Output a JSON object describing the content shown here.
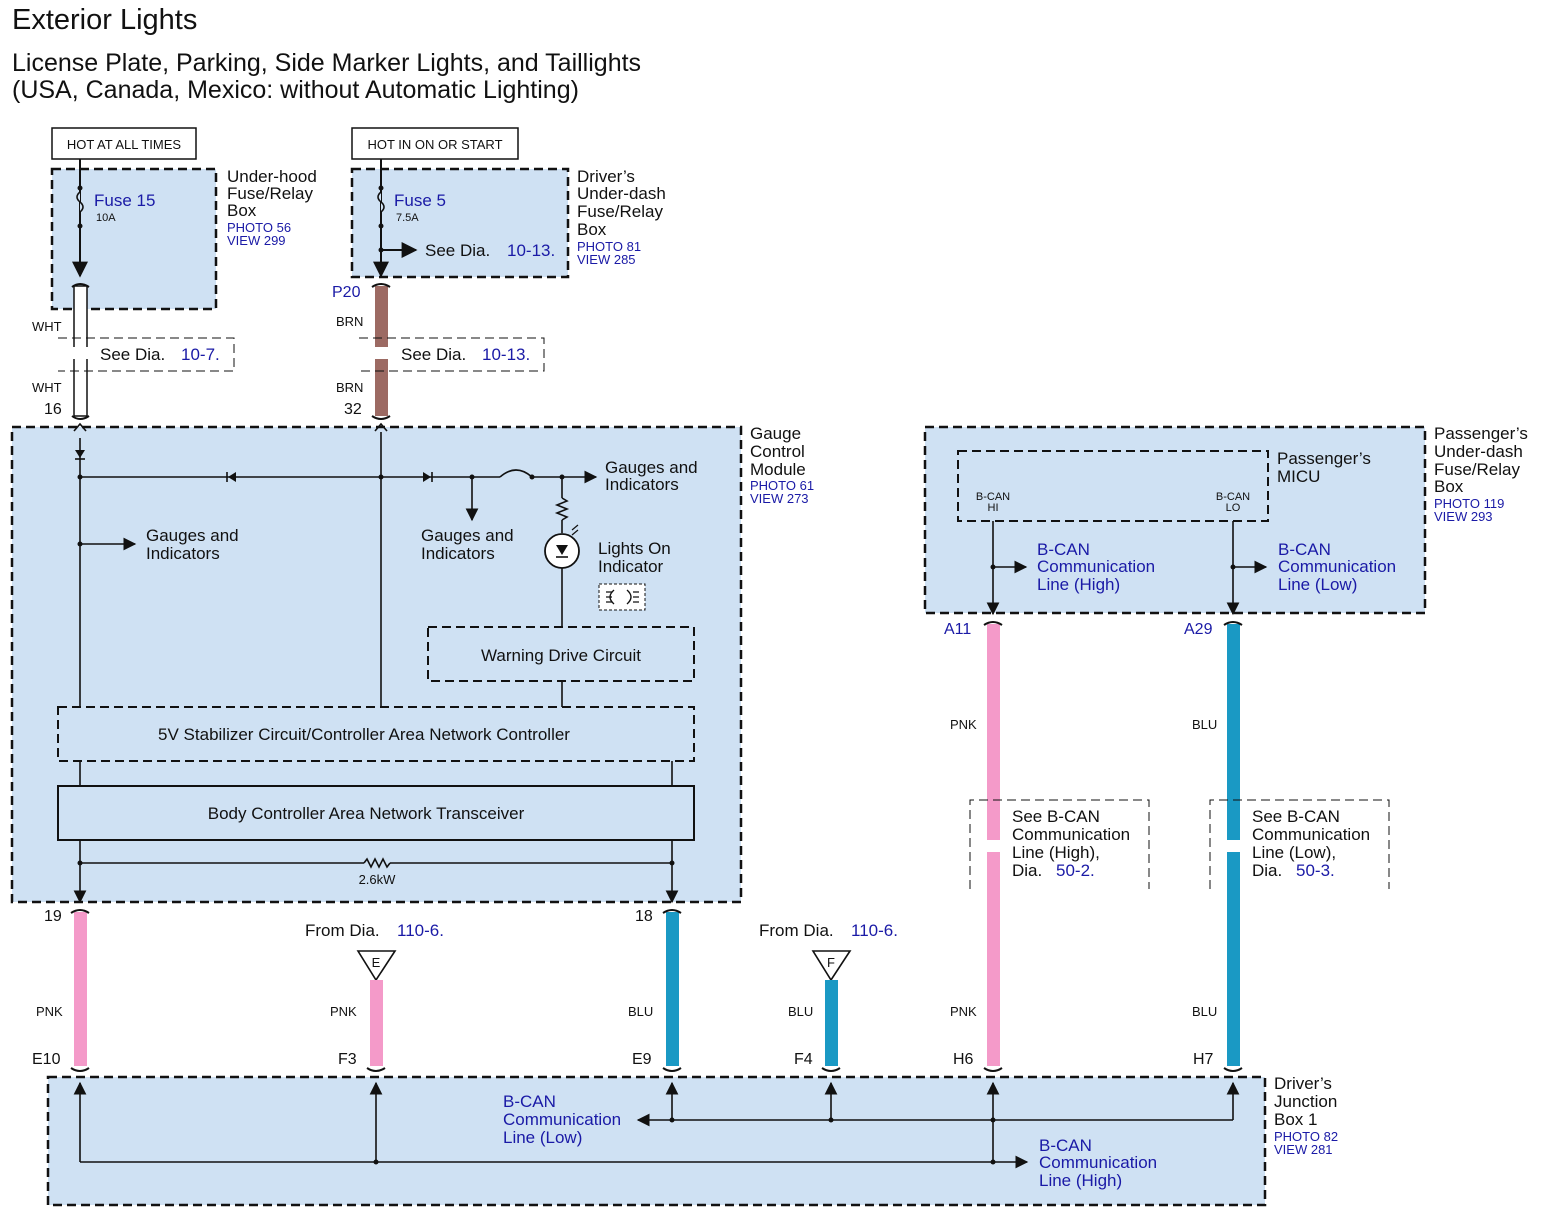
{
  "header": {
    "title": "Exterior Lights",
    "subtitle_line1": "License Plate, Parking, Side Marker Lights, and Taillights",
    "subtitle_line2": "(USA, Canada, Mexico: without Automatic Lighting)"
  },
  "power": {
    "hot_all_times": "HOT AT ALL TIMES",
    "hot_in_on": "HOT IN ON OR START"
  },
  "underhood_box": {
    "name_l1": "Under-hood",
    "name_l2": "Fuse/Relay",
    "name_l3": "Box",
    "photo": "PHOTO 56",
    "view": "VIEW 299",
    "fuse_name": "Fuse 15",
    "fuse_rating": "10A"
  },
  "driver_underdash_box": {
    "name_l1": "Driver’s",
    "name_l2": "Under-dash",
    "name_l3": "Fuse/Relay",
    "name_l4": "Box",
    "photo": "PHOTO 81",
    "view": "VIEW 285",
    "fuse_name": "Fuse 5",
    "fuse_rating": "7.5A",
    "see_dia_text": "See  Dia.",
    "see_dia_ref": "10-13."
  },
  "wires_top": {
    "wht": "WHT",
    "brn": "BRN",
    "pin_16": "16",
    "pin_32": "32",
    "conn_p20": "P20",
    "see_dia_text": "See Dia.",
    "see_dia_ref_left": "10-7.",
    "see_dia_ref_right": "10-13."
  },
  "gauge_module": {
    "name_l1": "Gauge",
    "name_l2": "Control",
    "name_l3": "Module",
    "photo": "PHOTO 61",
    "view": "VIEW 273",
    "gauges_l1": "Gauges and",
    "gauges_l2": "Indicators",
    "lights_on_l1": "Lights On",
    "lights_on_l2": "Indicator",
    "warning_drive": "Warning Drive Circuit",
    "stabilizer": "5V Stabilizer Circuit/Controller Area Network Controller",
    "transceiver": "Body Controller Area Network Transceiver",
    "resistor": "2.6kW"
  },
  "passenger_box": {
    "name_l1": "Passenger’s",
    "name_l2": "Under-dash",
    "name_l3": "Fuse/Relay",
    "name_l4": "Box",
    "photo": "PHOTO 119",
    "view": "VIEW 293",
    "micu_l1": "Passenger’s",
    "micu_l2": "MICU",
    "bcan": "B-CAN",
    "hi": "HI",
    "lo": "LO",
    "line_l1": "B-CAN",
    "line_l2": "Communication",
    "line_high": "Line (High)",
    "line_low": "Line (Low)",
    "conn_a11": "A11",
    "conn_a29": "A29"
  },
  "right_wires": {
    "pnk": "PNK",
    "blu": "BLU",
    "see_l1": "See B-CAN",
    "see_l2": "Communication",
    "see_high": "Line (High),",
    "see_low": "Line (Low),",
    "dia": "Dia.",
    "ref_high": "50-2.",
    "ref_low": "50-3."
  },
  "bottom_wires": {
    "pin_19": "19",
    "pin_18": "18",
    "from_dia": "From Dia.",
    "from_ref": "110-6.",
    "tri_e": "E",
    "tri_f": "F",
    "pnk": "PNK",
    "blu": "BLU",
    "e10": "E10",
    "f3": "F3",
    "e9": "E9",
    "f4": "F4",
    "h6": "H6",
    "h7": "H7"
  },
  "junction_box": {
    "name_l1": "Driver’s",
    "name_l2": "Junction",
    "name_l3": "Box 1",
    "photo": "PHOTO 82",
    "view": "VIEW 281",
    "line_l1": "B-CAN",
    "line_l2": "Communication",
    "line_low": "Line (Low)",
    "line_high": "Line (High)"
  },
  "colors": {
    "box_fill": "#cfe1f3",
    "pink_wire": "#f49ac9",
    "blue_wire": "#1a99c4",
    "brown_wire": "#9c6a63",
    "ref_blue": "#1a1aa6"
  }
}
